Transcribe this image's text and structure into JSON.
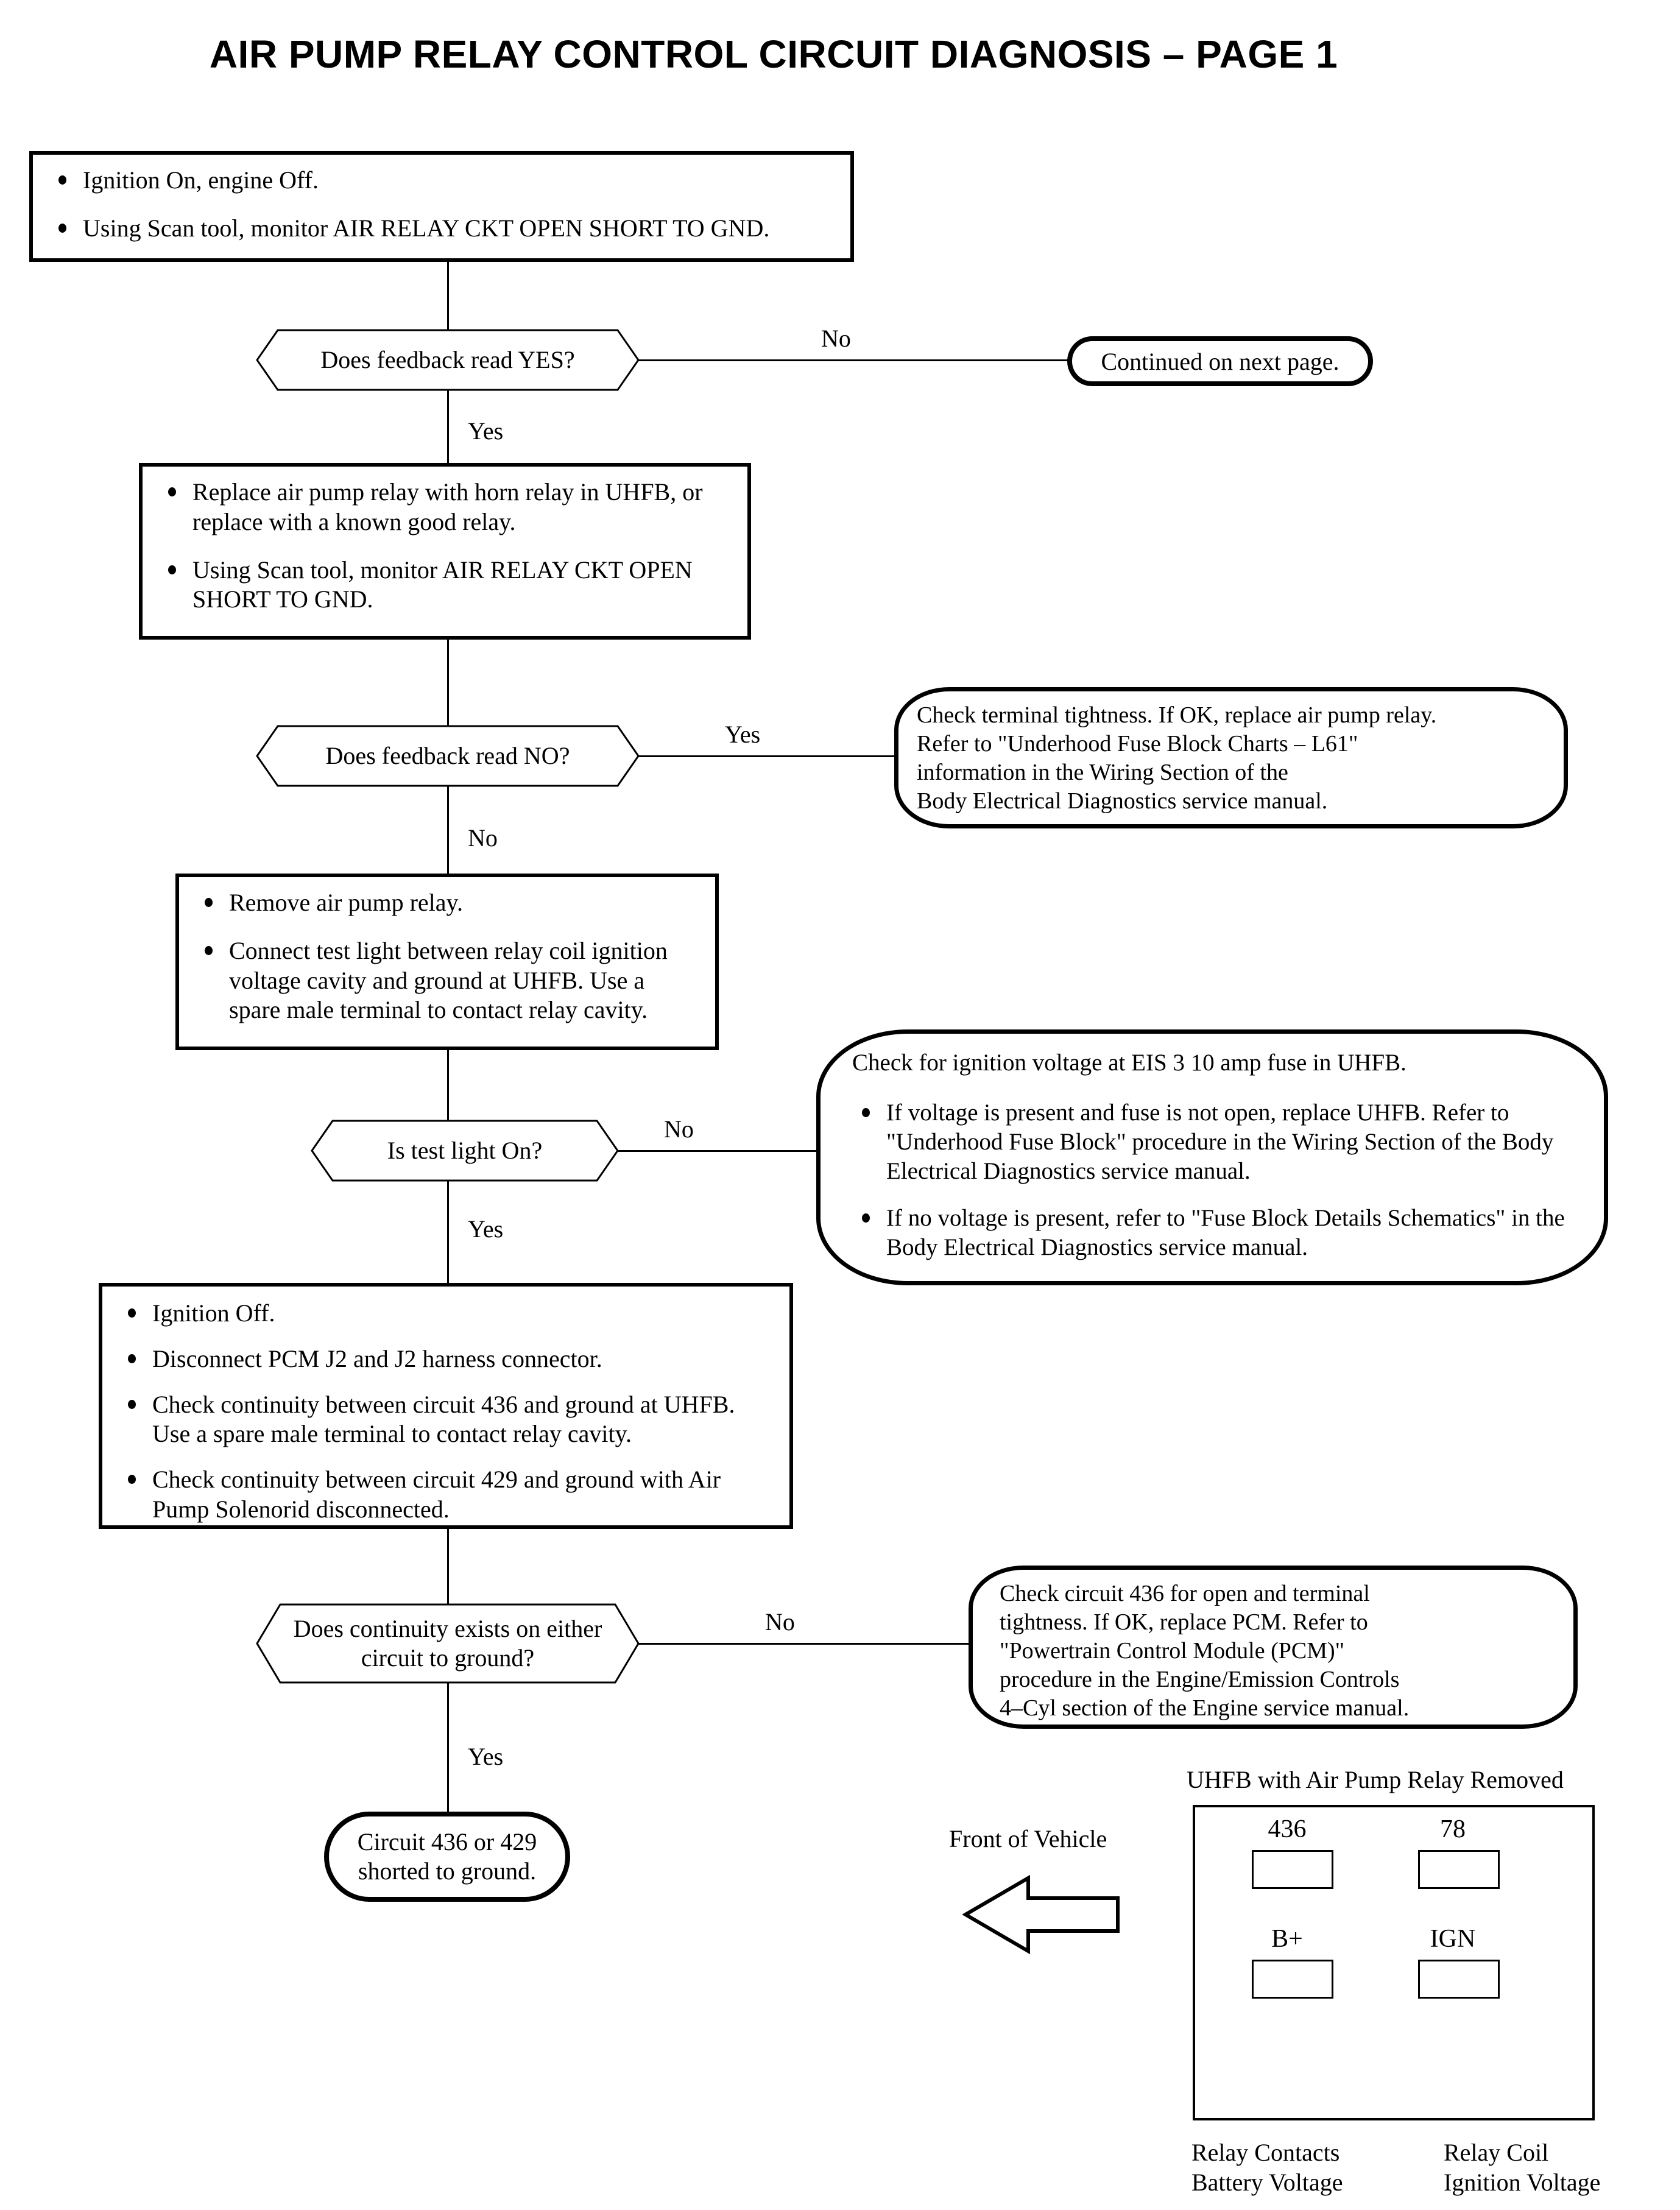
{
  "title": "AIR PUMP RELAY CONTROL CIRCUIT DIAGNOSIS – PAGE 1",
  "nodes": {
    "step1": {
      "type": "process",
      "bullets": [
        "Ignition On, engine Off.",
        "Using Scan tool, monitor AIR RELAY CKT OPEN SHORT TO GND."
      ]
    },
    "decision1": {
      "type": "decision",
      "label": "Does feedback read YES?"
    },
    "continued": {
      "type": "terminal",
      "label": "Continued on next page."
    },
    "step2": {
      "type": "process",
      "bullets": [
        "Replace air pump relay with horn relay in UHFB, or replace with a known good relay.",
        "Using Scan tool, monitor AIR RELAY CKT OPEN SHORT TO GND."
      ]
    },
    "decision2": {
      "type": "decision",
      "label": "Does feedback read NO?"
    },
    "action1": {
      "type": "rounded",
      "lines": [
        "Check terminal tightness. If OK, replace air pump relay.",
        "Refer to \"Underhood Fuse Block Charts – L61\"",
        "information in the Wiring Section of the",
        "Body Electrical Diagnostics service manual."
      ]
    },
    "step3": {
      "type": "process",
      "bullets": [
        "Remove air pump relay.",
        "Connect test light between relay coil ignition voltage cavity and ground at UHFB. Use a spare male terminal to contact relay cavity."
      ]
    },
    "decision3": {
      "type": "decision",
      "label": "Is test light On?"
    },
    "action2": {
      "type": "rounded",
      "heading": "Check for ignition voltage at EIS 3 10 amp fuse in UHFB.",
      "bullets": [
        "If voltage is present and fuse is not open, replace UHFB. Refer to \"Underhood Fuse Block\" procedure in the Wiring Section of the Body Electrical Diagnostics service manual.",
        "If no voltage is present, refer to \"Fuse Block Details Schematics\" in the Body Electrical Diagnostics service manual."
      ]
    },
    "step4": {
      "type": "process",
      "bullets": [
        "Ignition Off.",
        "Disconnect PCM J2 and J2 harness connector.",
        "Check continuity between circuit 436 and ground at UHFB. Use a spare male terminal to contact relay cavity.",
        "Check continuity between circuit 429 and ground with Air Pump Solenorid disconnected."
      ]
    },
    "decision4": {
      "type": "decision",
      "label": "Does continuity exists on either circuit to ground?"
    },
    "action3": {
      "type": "rounded",
      "lines": [
        "Check circuit 436 for open and terminal",
        "tightness. If OK, replace PCM. Refer to",
        "\"Powertrain Control Module (PCM)\"",
        "procedure in the Engine/Emission Controls",
        "4–Cyl section of the Engine service manual."
      ]
    },
    "result": {
      "type": "terminal",
      "label": "Circuit 436 or 429 shorted to ground."
    }
  },
  "edge_labels": {
    "d1_no": "No",
    "d1_yes": "Yes",
    "d2_yes": "Yes",
    "d2_no": "No",
    "d3_no": "No",
    "d3_yes": "Yes",
    "d4_no": "No",
    "d4_yes": "Yes"
  },
  "uhfb": {
    "title": "UHFB with Air Pump Relay Removed",
    "cavities": [
      {
        "label": "436"
      },
      {
        "label": "78"
      },
      {
        "label": "B+"
      },
      {
        "label": "IGN"
      }
    ],
    "footers": [
      {
        "line1": "Relay Contacts",
        "line2": "Battery Voltage"
      },
      {
        "line1": "Relay Coil",
        "line2": "Ignition Voltage"
      }
    ],
    "front_of_vehicle": "Front of Vehicle"
  },
  "colors": {
    "ink": "#000000",
    "paper": "#ffffff"
  }
}
